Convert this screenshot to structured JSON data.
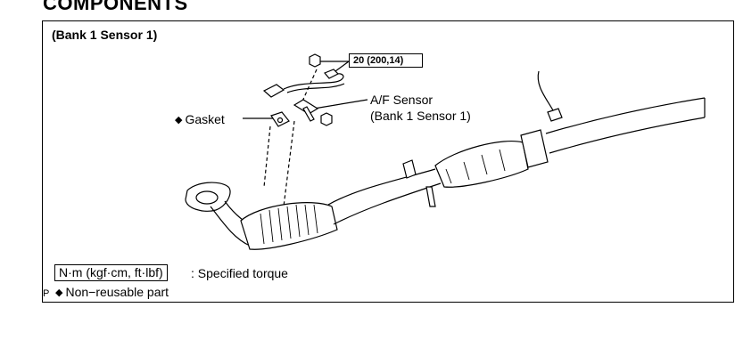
{
  "heading": "COMPONENTS",
  "subtitle": "(Bank 1 Sensor 1)",
  "torque_callout": "20 (200,14)",
  "labels": {
    "gasket": "Gasket",
    "sensor_line1": "A/F Sensor",
    "sensor_line2": "(Bank 1 Sensor 1)"
  },
  "legend": {
    "torque_unit": "N·m (kgf·cm, ft·lbf)",
    "torque_desc": ": Specified torque",
    "non_reusable": "Non−reusable part",
    "p_mark": "P"
  },
  "icons": {
    "diamond": "◆"
  }
}
